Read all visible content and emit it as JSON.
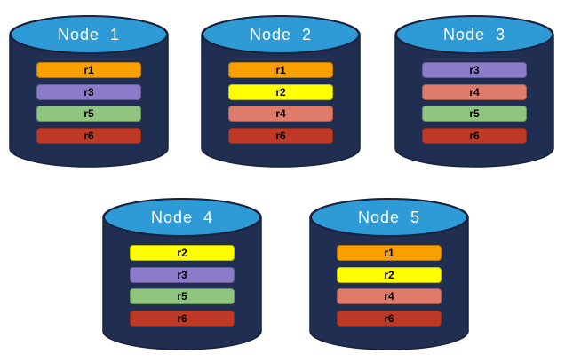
{
  "canvas": {
    "background": "#FFFFFF"
  },
  "palette": {
    "cylinder_body": "#202E52",
    "cylinder_outline": "#18223E",
    "cylinder_top": "#2E9BD6",
    "node_title_color": "#FFFFFF",
    "bar_label_color": "#000000"
  },
  "nodes": [
    {
      "label": "Node  1",
      "bars": [
        {
          "label": "r1",
          "color": "#F9A000"
        },
        {
          "label": "r3",
          "color": "#8C7BC8"
        },
        {
          "label": "r5",
          "color": "#8FC57E"
        },
        {
          "label": "r6",
          "color": "#BF3A26"
        }
      ]
    },
    {
      "label": "Node  2",
      "bars": [
        {
          "label": "r1",
          "color": "#F9A000"
        },
        {
          "label": "r2",
          "color": "#FFFF00"
        },
        {
          "label": "r4",
          "color": "#DF7B6B"
        },
        {
          "label": "r6",
          "color": "#BF3A26"
        }
      ]
    },
    {
      "label": "Node  3",
      "bars": [
        {
          "label": "r3",
          "color": "#8C7BC8"
        },
        {
          "label": "r4",
          "color": "#DF7B6B"
        },
        {
          "label": "r5",
          "color": "#8FC57E"
        },
        {
          "label": "r6",
          "color": "#BF3A26"
        }
      ]
    },
    {
      "label": "Node  4",
      "bars": [
        {
          "label": "r2",
          "color": "#FFFF00"
        },
        {
          "label": "r3",
          "color": "#8C7BC8"
        },
        {
          "label": "r5",
          "color": "#8FC57E"
        },
        {
          "label": "r6",
          "color": "#BF3A26"
        }
      ]
    },
    {
      "label": "Node  5",
      "bars": [
        {
          "label": "r1",
          "color": "#F9A000"
        },
        {
          "label": "r2",
          "color": "#FFFF00"
        },
        {
          "label": "r4",
          "color": "#DF7B6B"
        },
        {
          "label": "r6",
          "color": "#BF3A26"
        }
      ]
    }
  ]
}
